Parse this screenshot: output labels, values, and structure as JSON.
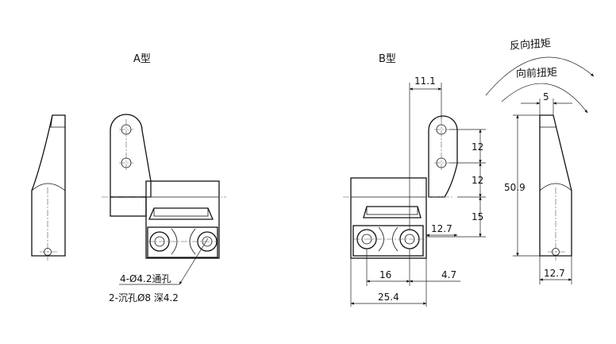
{
  "labels": {
    "type_a": "A型",
    "type_b": "B型",
    "reverse_torque": "反向扭矩",
    "forward_torque": "向前扭矩",
    "hole_note_1": "4-Ø4.2通孔",
    "hole_note_2": "2-沉孔Ø8 深4.2"
  },
  "dimensions": {
    "d_11_1": "11.1",
    "d_5": "5",
    "d_12_top": "12",
    "d_12_mid": "12",
    "d_15": "15",
    "d_12_7_inner": "12.7",
    "d_50_9": "50.9",
    "d_16": "16",
    "d_4_7": "4.7",
    "d_25_4": "25.4",
    "d_12_7_side": "12.7"
  }
}
